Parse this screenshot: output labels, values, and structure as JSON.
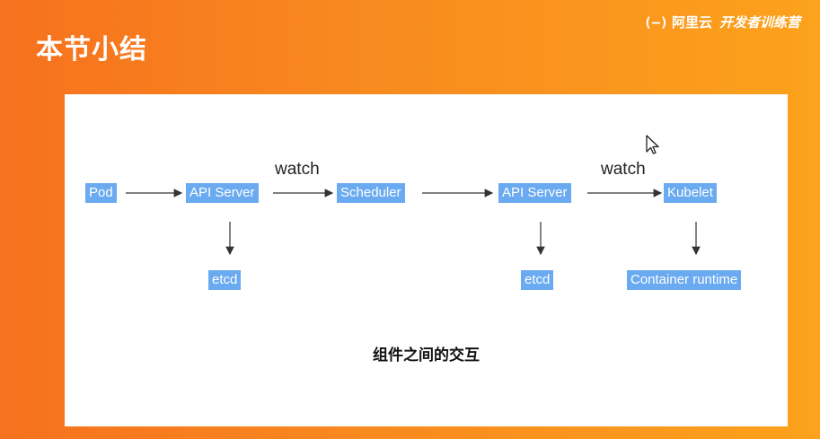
{
  "slide": {
    "title": "本节小结",
    "brand_logo": "(–)",
    "brand_company": "阿里云",
    "brand_camp": "开发者训练营"
  },
  "diagram": {
    "nodes": {
      "pod": "Pod",
      "api_server_1": "API Server",
      "etcd_1": "etcd",
      "scheduler": "Scheduler",
      "api_server_2": "API Server",
      "etcd_2": "etcd",
      "kubelet": "Kubelet",
      "container_runtime": "Container runtime"
    },
    "edge_labels": {
      "watch_1": "watch",
      "watch_2": "watch"
    },
    "caption": "组件之间的交互"
  },
  "colors": {
    "background_left": "#f7711e",
    "background_right": "#fca21c",
    "node_fill": "#6aaaf0",
    "arrow": "#333333"
  },
  "icons": {
    "brand": "aliyun-logo-icon",
    "cursor": "mouse-cursor-icon"
  }
}
